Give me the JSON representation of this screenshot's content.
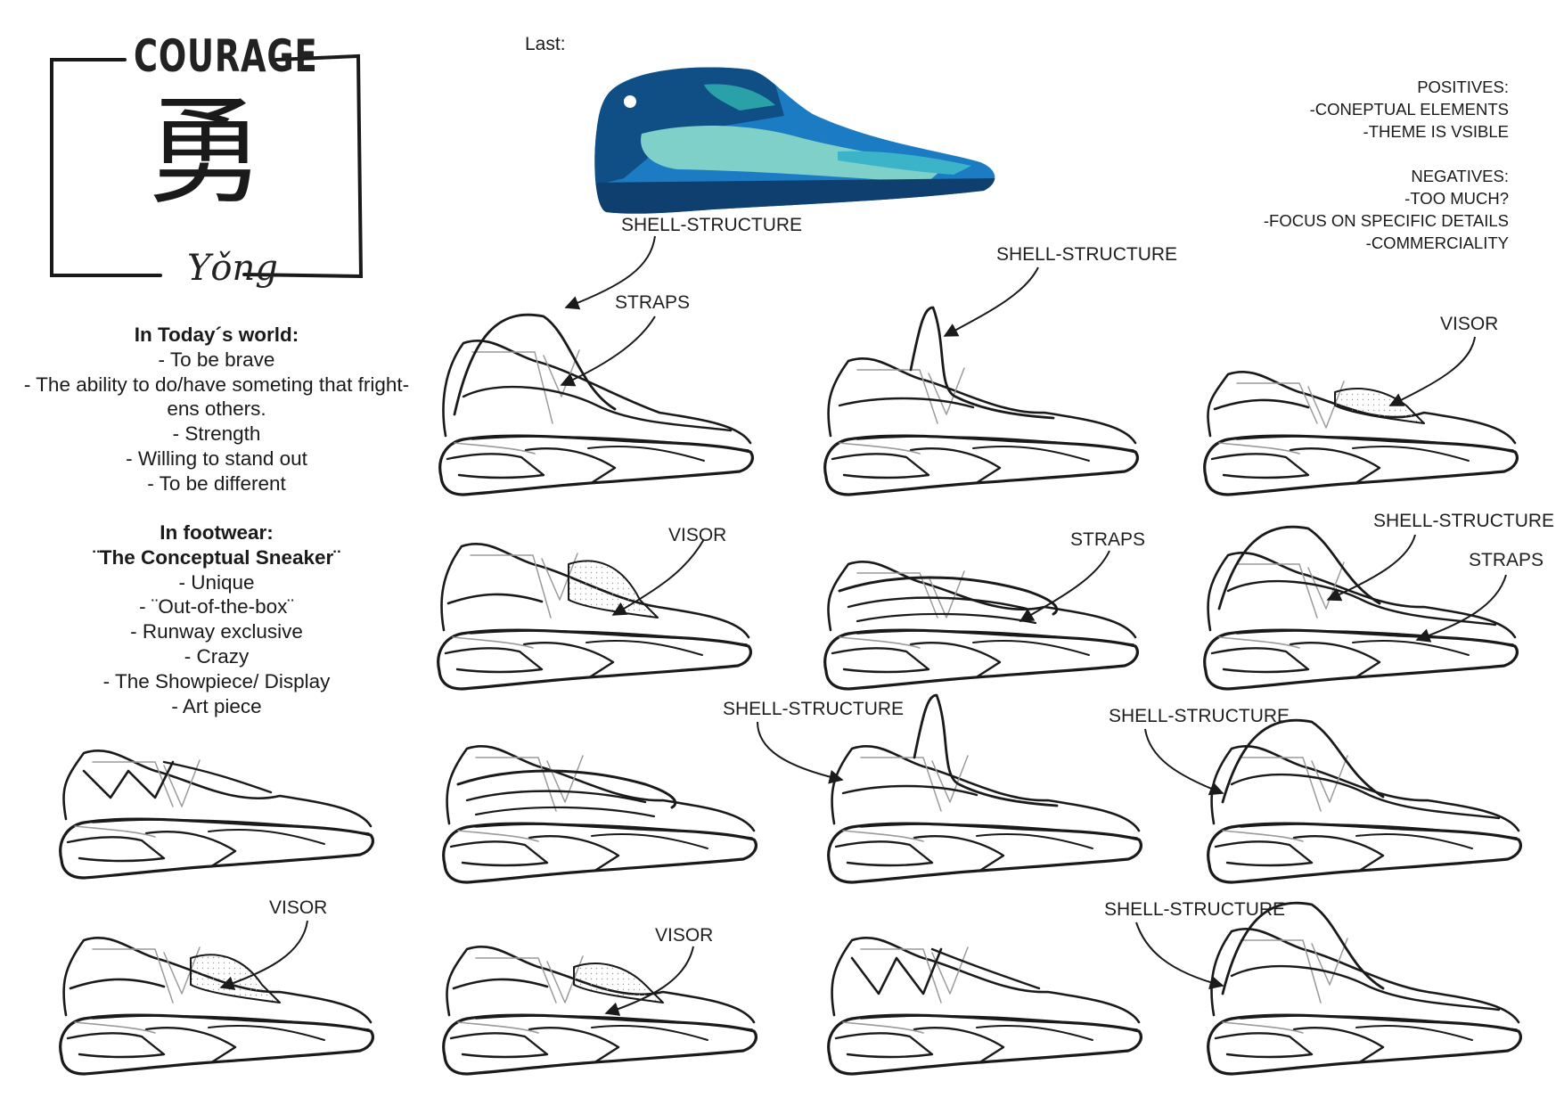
{
  "theme": {
    "word": "COURAGE",
    "glyph": "勇",
    "romanization": "Yǒng"
  },
  "today": {
    "heading": "In Today´s world:",
    "items": [
      "- To be brave",
      "- The ability to do/have someting that fright-",
      "ens others.",
      "- Strength",
      "- Willing to stand out",
      "- To be different"
    ]
  },
  "footwear": {
    "heading": "In footwear:",
    "subheading": "¨The Conceptual Sneaker¨",
    "items": [
      "-  Unique",
      "- ¨Out-of-the-box¨",
      "- Runway exclusive",
      "- Crazy",
      "- The Showpiece/ Display",
      "- Art piece"
    ]
  },
  "last_label": "Last:",
  "notes": {
    "positives_heading": "POSITIVES:",
    "positives": [
      "-CONEPTUAL ELEMENTS",
      "-THEME IS VSIBLE"
    ],
    "negatives_heading": "NEGATIVES:",
    "negatives": [
      "-TOO MUCH?",
      "-FOCUS ON SPECIFIC DETAILS",
      "-COMMERCIALITY"
    ]
  },
  "callouts": {
    "c1": "SHELL-STRUCTURE",
    "c2": "STRAPS",
    "c3": "SHELL-STRUCTURE",
    "c4": "VISOR",
    "c5": "VISOR",
    "c6": "STRAPS",
    "c7": "SHELL-STRUCTURE",
    "c8": "STRAPS",
    "c9": "SHELL-STRUCTURE",
    "c10": "SHELL-STRUCTURE",
    "c11": "VISOR",
    "c12": "VISOR",
    "c13": "SHELL-STRUCTURE"
  },
  "colors": {
    "last_dark": "#0f4f86",
    "last_mid": "#1b7cc4",
    "last_light": "#7fd0c8",
    "ink": "#1a1a1a",
    "guide": "#9a9a9a"
  }
}
